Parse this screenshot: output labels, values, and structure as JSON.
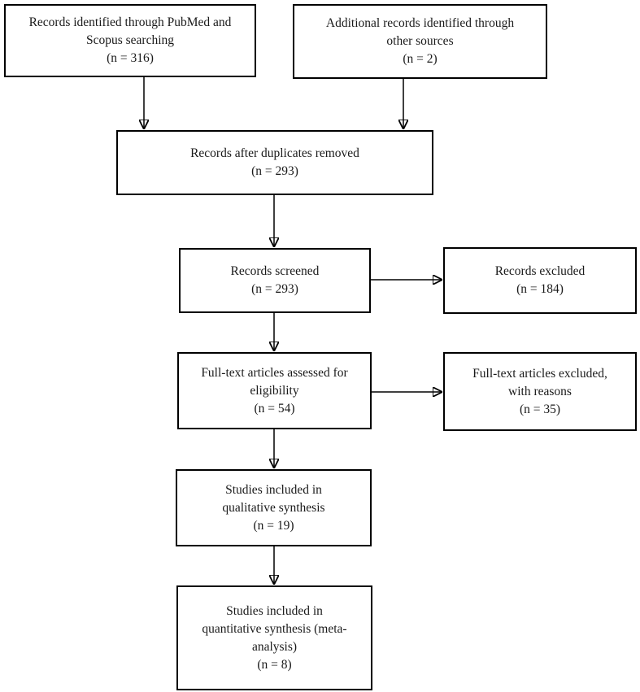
{
  "colors": {
    "background": "#ffffff",
    "box_border": "#000000",
    "text": "#1a1a1a",
    "arrow": "#000000"
  },
  "diagram": {
    "kind": "prisma-flowchart",
    "nodes": {
      "identified": {
        "text": "Records identified through PubMed and\nScopus searching\n(n = 316)",
        "n": 316
      },
      "additional": {
        "text": "Additional records identified through\nother sources\n(n = 2)",
        "n": 2
      },
      "deduplicated": {
        "text": "Records after duplicates removed\n(n = 293)",
        "n": 293
      },
      "screened": {
        "text": "Records screened\n(n = 293)",
        "n": 293
      },
      "excluded": {
        "text": "Records excluded\n(n = 184)",
        "n": 184
      },
      "fulltext": {
        "text": "Full-text articles assessed for\neligibility\n(n = 54)",
        "n": 54
      },
      "fulltext_excluded": {
        "text": "Full-text articles excluded,\nwith reasons\n(n = 35)",
        "n": 35
      },
      "qualitative": {
        "text": "Studies included in\nqualitative synthesis\n(n = 19)",
        "n": 19
      },
      "quantitative": {
        "text": "Studies included in\nquantitative synthesis (meta-\nanalysis)\n(n = 8)",
        "n": 8
      }
    },
    "edges": [
      {
        "from": "identified",
        "to": "deduplicated"
      },
      {
        "from": "additional",
        "to": "deduplicated"
      },
      {
        "from": "deduplicated",
        "to": "screened"
      },
      {
        "from": "screened",
        "to": "excluded"
      },
      {
        "from": "screened",
        "to": "fulltext"
      },
      {
        "from": "fulltext",
        "to": "fulltext_excluded"
      },
      {
        "from": "fulltext",
        "to": "qualitative"
      },
      {
        "from": "qualitative",
        "to": "quantitative"
      }
    ]
  }
}
